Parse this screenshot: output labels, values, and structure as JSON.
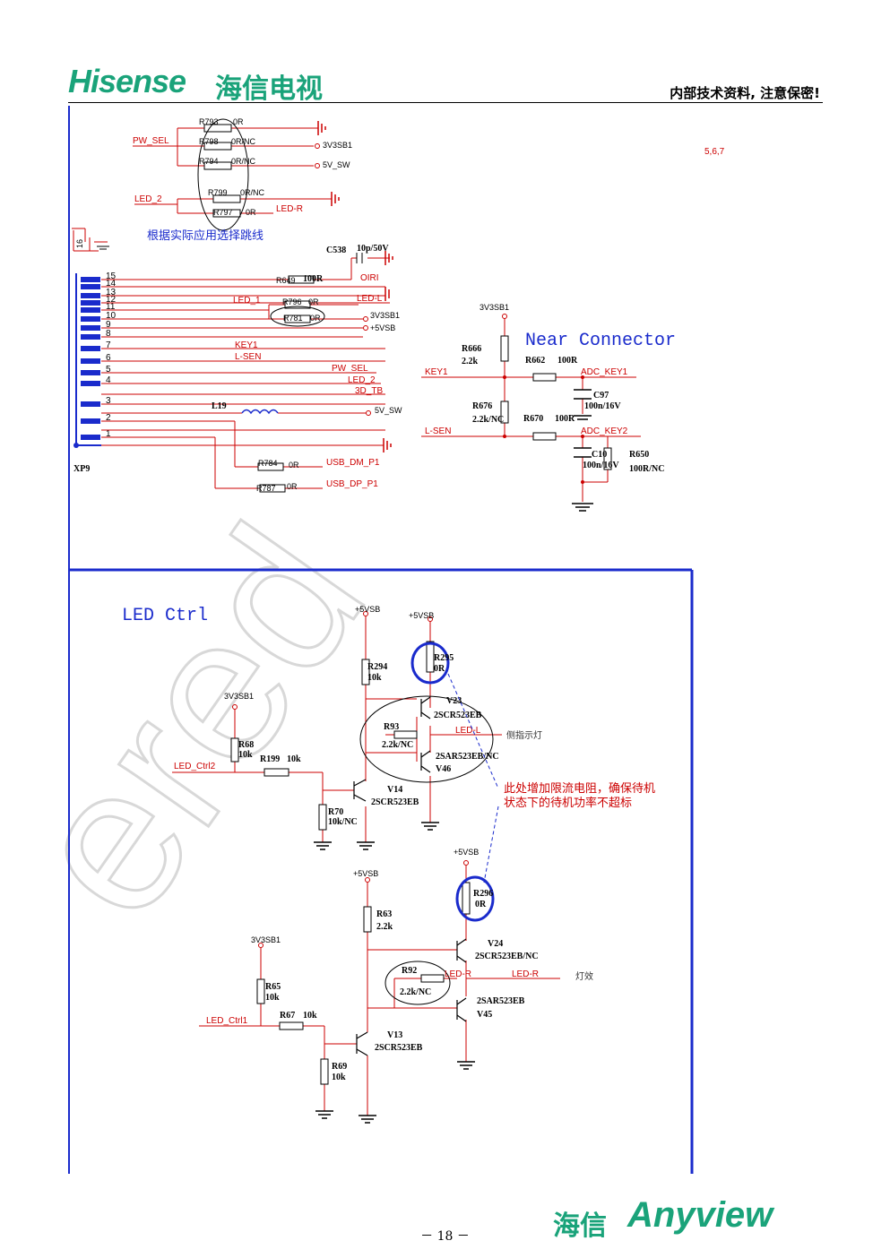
{
  "header": {
    "brand": "Hisense",
    "brand_cn": "海信电视",
    "note": "内部技术资料, 注意保密!"
  },
  "footer": {
    "page_number": "－ 18 －",
    "brand_cn": "海信",
    "brand": "Anyview"
  },
  "top_section": {
    "jumper_note": "根据实际应用选择跳线",
    "corner_label": "5,6,7",
    "connector": "XP9",
    "pins": [
      "15",
      "14",
      "13",
      "12",
      "11",
      "10",
      "9",
      "8",
      "7",
      "6",
      "5",
      "4",
      "3",
      "2",
      "1"
    ],
    "pin16": "16",
    "jumpers": [
      {
        "ref": "R793",
        "val": "0R"
      },
      {
        "ref": "R798",
        "val": "0R/NC"
      },
      {
        "ref": "R794",
        "val": "0R/NC"
      },
      {
        "ref": "R799",
        "val": "0R/NC"
      },
      {
        "ref": "R797",
        "val": "0R"
      }
    ],
    "nets_left": [
      "PW_SEL",
      "LED_2"
    ],
    "nets_right": [
      "3V3SB1",
      "5V_SW",
      "LED-R"
    ],
    "c538": "C538",
    "c538_val": "10p/50V",
    "r649": "R649",
    "r649_val": "100R",
    "oiri": "OIRI",
    "led1": "LED_1",
    "r796": "R796",
    "r796_val": "0R",
    "r781": "R781",
    "r781_val": "0R",
    "led_l": "LED-L",
    "v3sb": "3V3SB1",
    "v5sb": "+5VSB",
    "key1": "KEY1",
    "lsen": "L-SEN",
    "pwsel": "PW_SEL",
    "led2b": "LED_2",
    "d3tb": "3D_TB",
    "l19": "L19",
    "v5sw": "5V_SW",
    "r784": "R784",
    "r784_val": "0R",
    "r787": "R787",
    "r787_val": "0R",
    "usbdm": "USB_DM_P1",
    "usbdp": "USB_DP_P1"
  },
  "near_connector": {
    "title": "Near Connector",
    "rail": "3V3SB1",
    "r666": "R666",
    "r666_val": "2.2k",
    "r676": "R676",
    "r676_val": "2.2k/NC",
    "r662": "R662",
    "r662_val": "100R",
    "r670": "R670",
    "r670_val": "100R",
    "c97": "C97",
    "c97_val": "100n/16V",
    "c10": "C10",
    "c10_val": "100n/16V",
    "r650": "R650",
    "r650_val": "100R/NC",
    "key1": "KEY1",
    "lsen": "L-SEN",
    "adc1": "ADC_KEY1",
    "adc2": "ADC_KEY2"
  },
  "led_ctrl": {
    "title": "LED Ctrl",
    "note_line1": "此处增加限流电阻，确保待机",
    "note_line2": "状态下的待机功率不超标",
    "vsb1": "+5VSB",
    "vsb2": "+5VSB",
    "vsb3": "+5VSB",
    "vsb4": "+5VSB",
    "v3a": "3V3SB1",
    "v3b": "3V3SB1",
    "r294": "R294",
    "r294_val": "10k",
    "r295": "R295",
    "r295_val": "0R",
    "v23": "V23",
    "v23_part": "2SCR523EB",
    "r93": "R93",
    "r93_val": "2.2k/NC",
    "v46": "V46",
    "v46_part": "2SAR523EB/NC",
    "led_l": "LED-L",
    "side_lamp": "侧指示灯",
    "r68": "R68",
    "r68_val": "10k",
    "r199": "R199",
    "r199_val": "10k",
    "led_ctrl2": "LED_Ctrl2",
    "v14": "V14",
    "v14_part": "2SCR523EB",
    "r70": "R70",
    "r70_val": "10k/NC",
    "r296": "R296",
    "r296_val": "0R",
    "r63": "R63",
    "r63_val": "2.2k",
    "v24": "V24",
    "v24_part": "2SCR523EB/NC",
    "r92": "R92",
    "r92_val": "2.2k/NC",
    "led_r": "LED-R",
    "led_r2": "LED-R",
    "lamp": "灯效",
    "v45": "V45",
    "v45_part": "2SAR523EB",
    "r65": "R65",
    "r65_val": "10k",
    "r67": "R67",
    "r67_val": "10k",
    "led_ctrl1": "LED_Ctrl1",
    "v13": "V13",
    "v13_part": "2SCR523EB",
    "r69": "R69",
    "r69_val": "10k"
  },
  "watermark": "ered"
}
